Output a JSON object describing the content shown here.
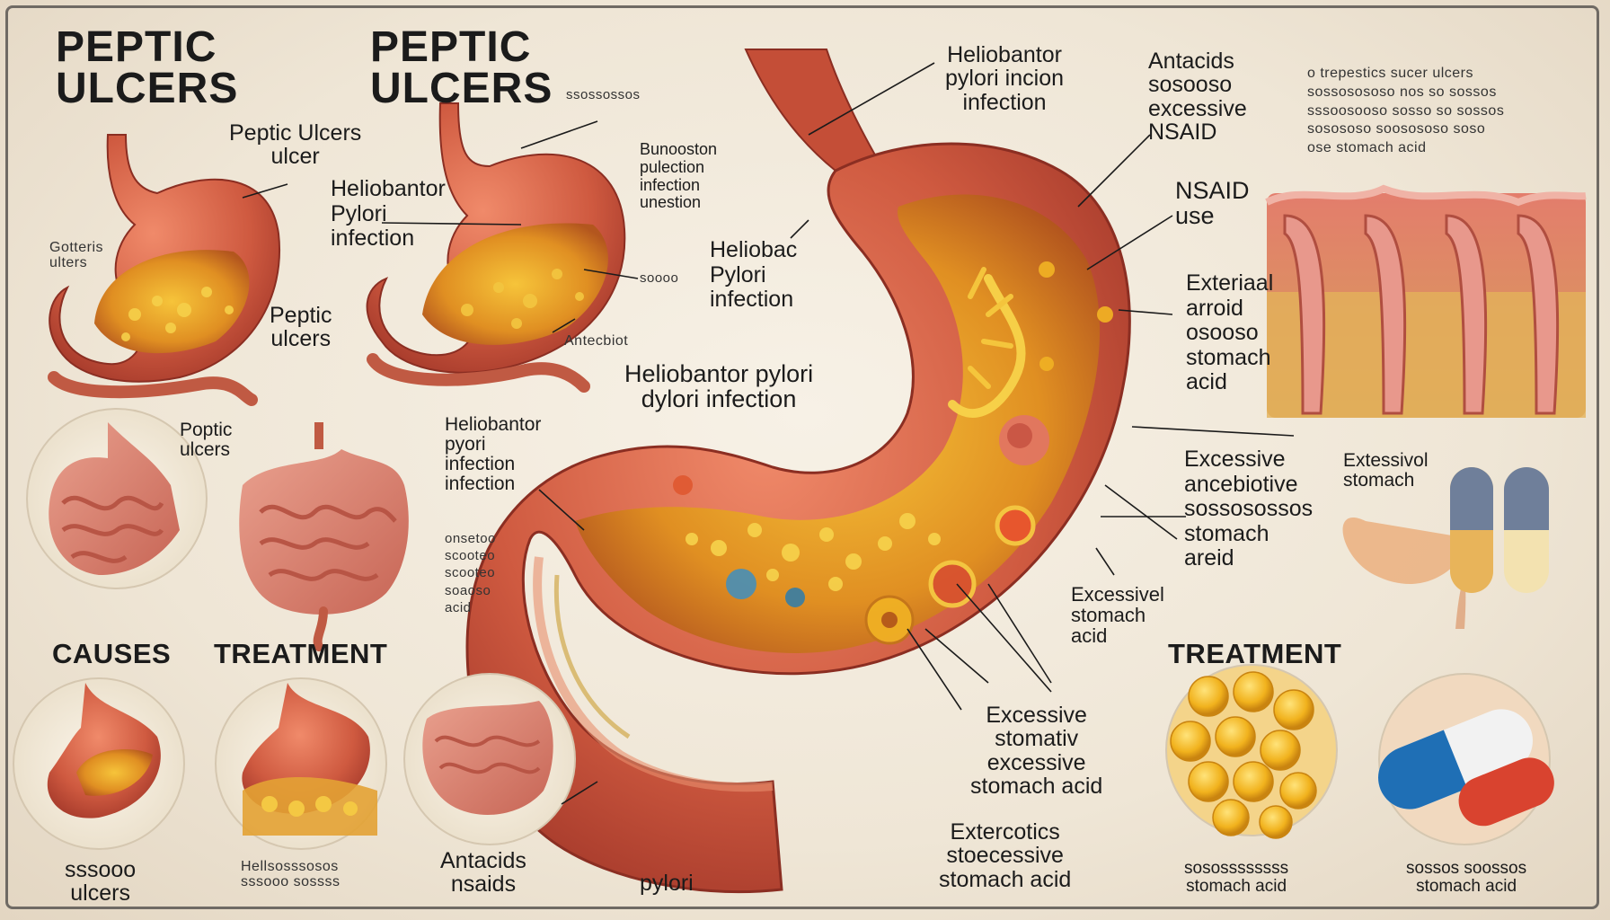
{
  "diagram": {
    "titles": {
      "main_1": "PEPTIC\nULCERS",
      "main_2": "PEPTIC\nULCERS"
    },
    "section_headers": {
      "causes": "CAUSES",
      "treatment_left": "TREATMENT",
      "treatment_right": "TREATMENT"
    },
    "labels": {
      "l_peptic_ulcers_ulcer": "Peptic Ulcers\nulcer",
      "l_gotteris": "Gotteris\nulters",
      "l_heliobantor_small": "Heliobantor\nPylori\ninfection",
      "l_peptic_ulcers_2": "Peptic\nulcers",
      "l_scribble_top": "ssossossos",
      "l_bunooston": "Bunooston\npulection\ninfection\nunestion",
      "l_sosso_mid": "soooo",
      "l_antecbiot": "Antecbiot",
      "l_heliobac_pylori": "Heliobac\nPylori\ninfection",
      "l_heliobantor_pylori_big": "Heliobantor pylori\ndylori infection",
      "l_peptic_ulcers_3": "Poptic\nulcers",
      "l_heliobantor_pyori": "Heliobantor\npyori\ninfection\ninfection",
      "l_scribble_list": "onsetoo\nscooteo\nscooteo\nsoaoso\nacid",
      "l_heliobantor_top": "Heliobantor\npylori incion\ninfection",
      "l_antacids_top": "Antacids\nsosooso\nexcessive\nNSAID",
      "l_intro_para": "o trepestics sucer ulcers\nsossosososo nos so sossos\nsssoosooso sosso so sossos\nsosososo soosososo soso\nose stomach acid",
      "l_nsaid_use": "NSAID\nuse",
      "l_exteral_arroid": "Exteriaal\narroid\nosooso\nstomach\nacid",
      "l_excessive_ancebiotive": "Excessive\nancebiotive\nsossosossos\nstomach\nareid",
      "l_extessivol": "Extessivol\nstomach",
      "l_excessivel_stomach": "Excessivel\nstomach\nacid",
      "l_excessive_stomativ": "Excessive\nstomativ\nexcessive\nstomach acid",
      "l_extercotics": "Extercotics\nstoecessive\nstomach acid",
      "l_antacids_nsaids": "Antacids\nnsaids",
      "l_pylori_bottom": "pylori",
      "l_ulcers_bottom": "sssooo\nulcers",
      "l_heliobantor_bottom": "Hellsosssosos\nsssooo sossss",
      "l_stomach_acid_b1": "sosossssssss\nstomach acid",
      "l_stomach_acid_b2": "sossos soossos\nstomach acid",
      "l_sosso_top_bunooston": "soooo"
    }
  },
  "colors": {
    "background": "#efe6d6",
    "stomach_outer": "#c9573f",
    "stomach_inner": "#e89a2f",
    "text": "#1b1b1b"
  }
}
